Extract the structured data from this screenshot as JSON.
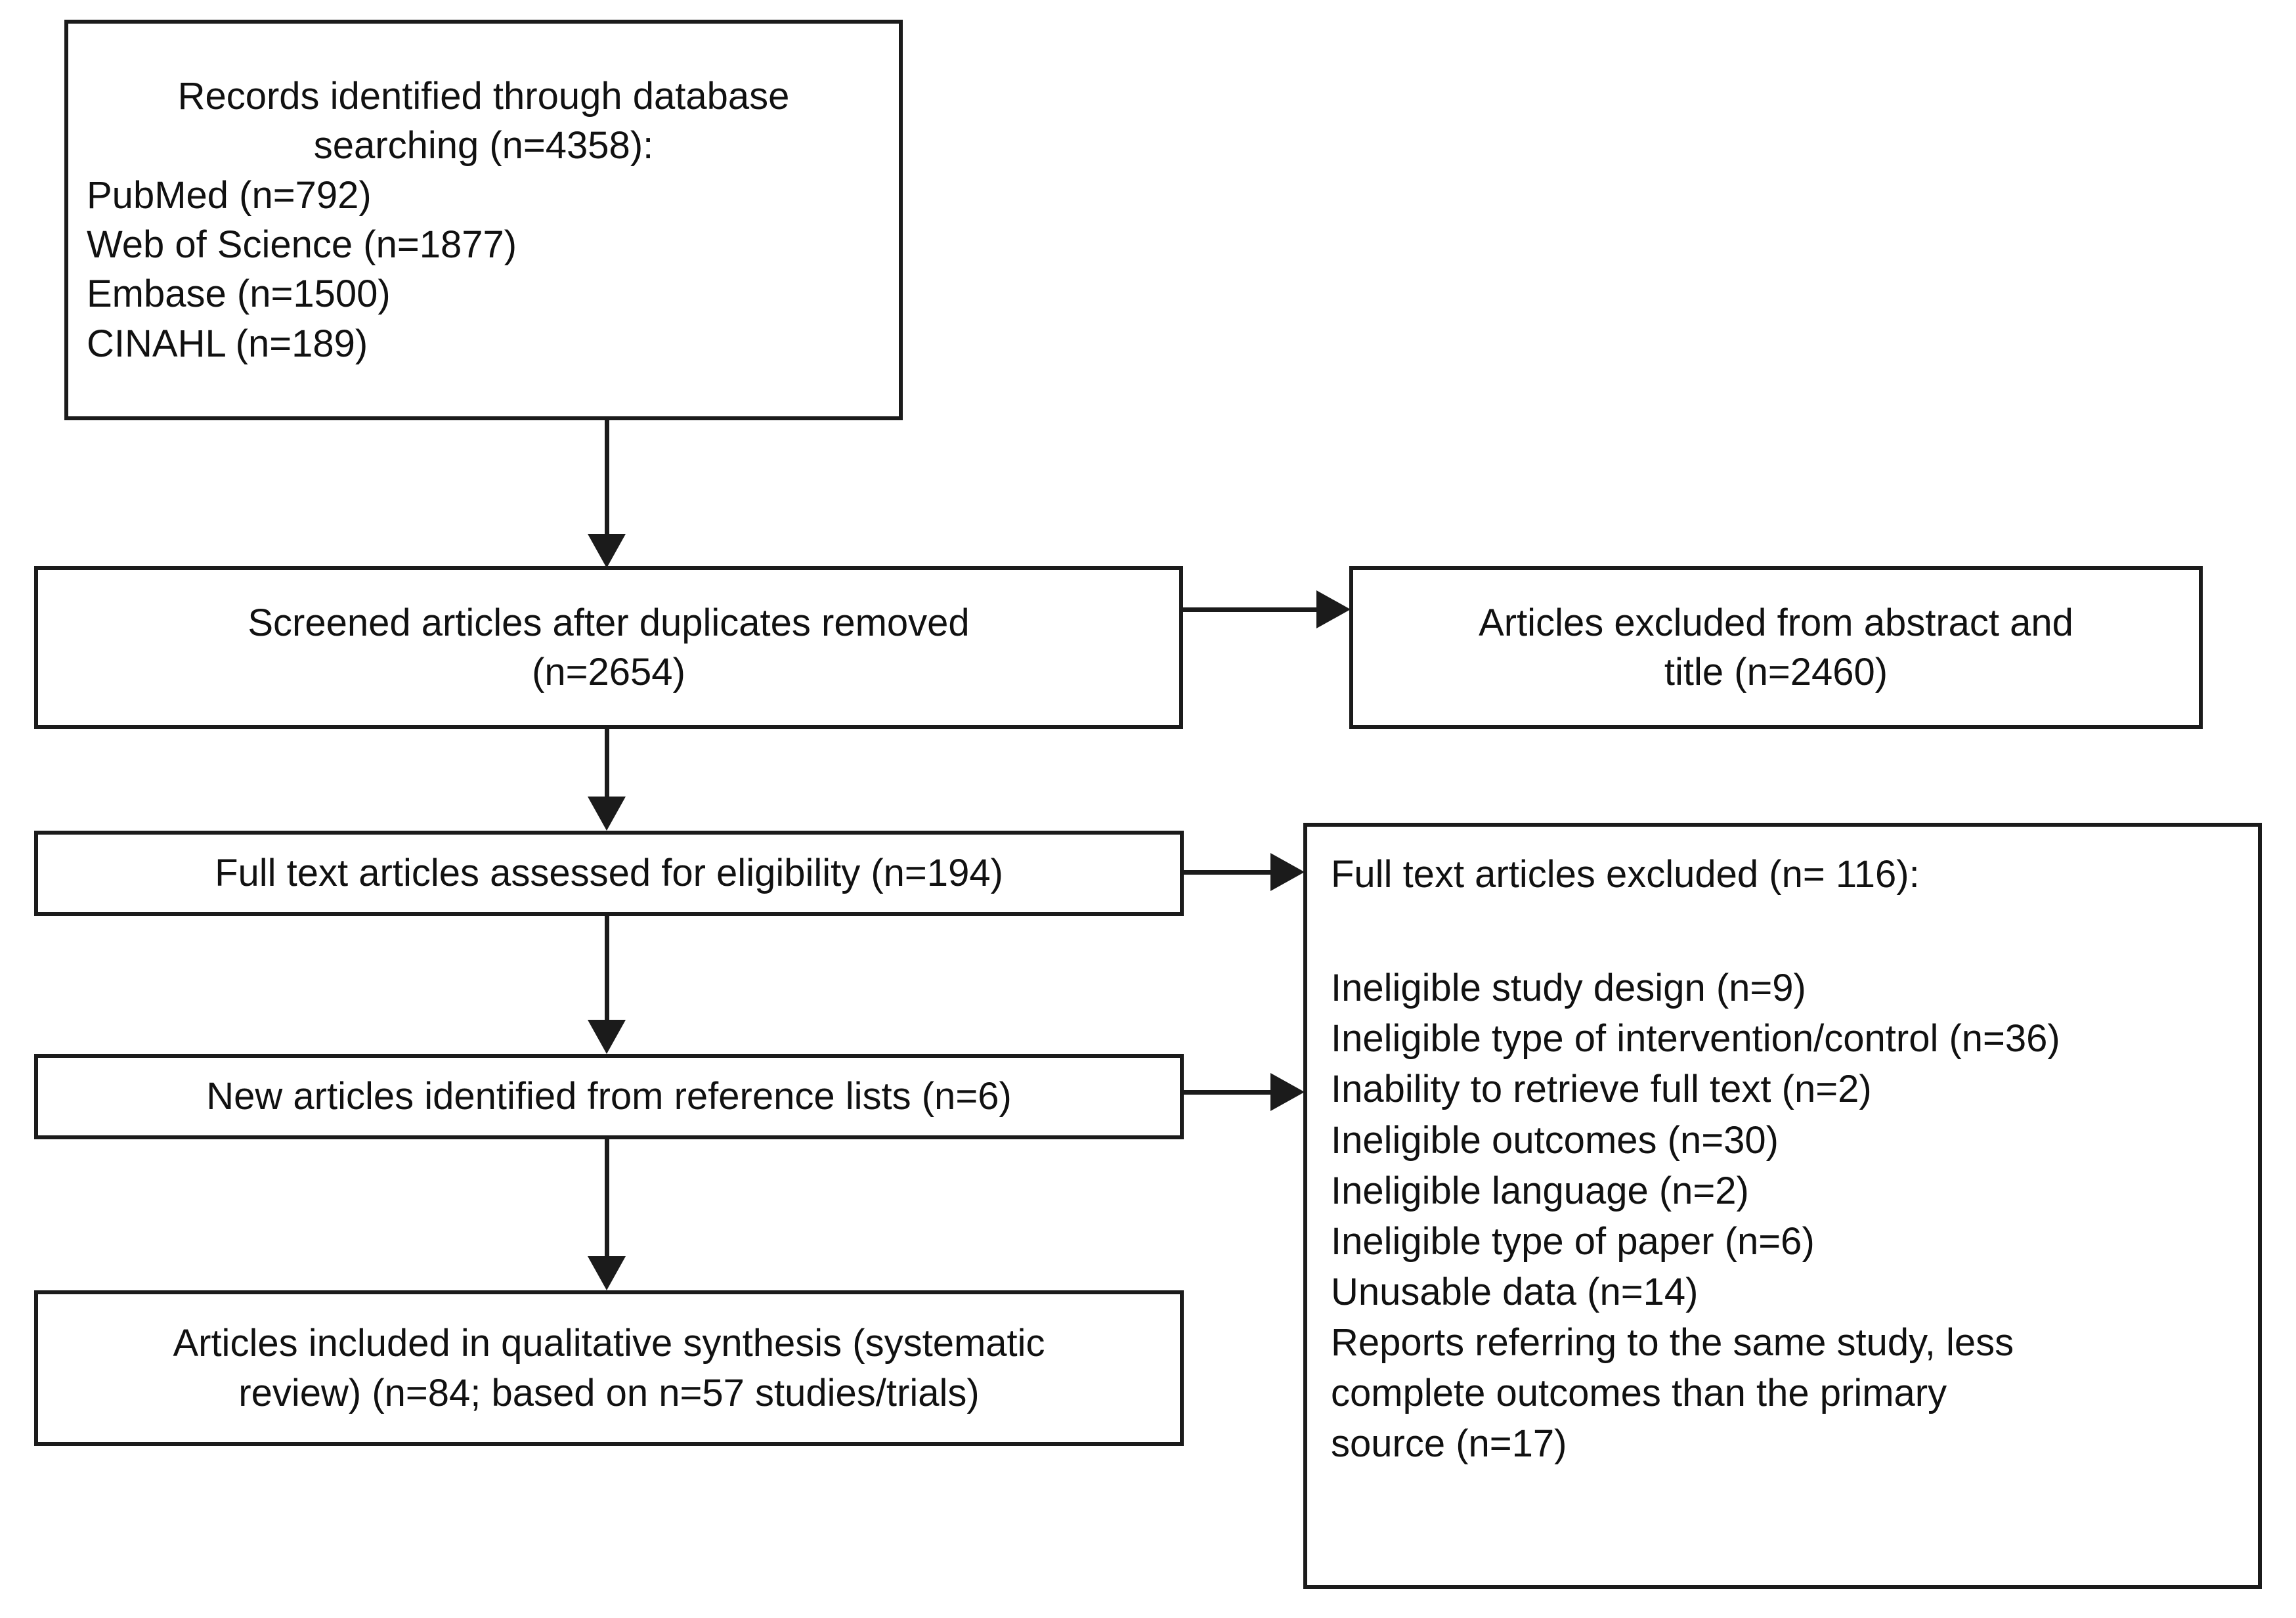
{
  "diagram": {
    "title": "PRISMA study selection flow diagram",
    "type": "prisma-flowchart",
    "colors": {
      "border": "#1b1b1b",
      "background": "#ffffff",
      "text": "#111111"
    }
  },
  "boxes": {
    "records_identified": {
      "lines": [
        "Records identified through database",
        "searching (n=4358):",
        "",
        "PubMed (n=792)",
        "Web of Science (n=1877)",
        "Embase (n=1500)",
        "CINAHL (n=189)"
      ],
      "total": 4358,
      "sources": [
        {
          "name": "PubMed",
          "n": 792
        },
        {
          "name": "Web of Science",
          "n": 1877
        },
        {
          "name": "Embase",
          "n": 1500
        },
        {
          "name": "CINAHL",
          "n": 189
        }
      ]
    },
    "screened": {
      "lines": [
        "Screened articles after duplicates removed",
        "(n=2654)"
      ],
      "n": 2654
    },
    "excluded_abstract_title": {
      "lines": [
        "Articles excluded from abstract and",
        "title (n=2460)"
      ],
      "n": 2460
    },
    "full_text_assessed": {
      "lines": [
        "Full text articles assessed for eligibility (n=194)"
      ],
      "n": 194
    },
    "new_from_references": {
      "lines": [
        "New articles identified from reference lists (n=6)"
      ],
      "n": 6
    },
    "included": {
      "lines": [
        "Articles included in qualitative synthesis (systematic",
        "review) (n=84; based on n=57 studies/trials)"
      ],
      "n_articles": 84,
      "n_studies": 57
    },
    "full_text_excluded": {
      "heading": "Full text articles excluded (n= 116):",
      "n_total": 116,
      "reasons": [
        {
          "label": "Ineligible study design (n=9)",
          "n": 9
        },
        {
          "label": "Ineligible type of intervention/control (n=36)",
          "n": 36
        },
        {
          "label": "Inability to retrieve full text (n=2)",
          "n": 2
        },
        {
          "label": "Ineligible outcomes (n=30)",
          "n": 30
        },
        {
          "label": "Ineligible language (n=2)",
          "n": 2
        },
        {
          "label": "Ineligible type of paper (n=6)",
          "n": 6
        },
        {
          "label": "Unusable data (n=14)",
          "n": 14
        },
        {
          "label": "Reports referring to the same study, less",
          "n": null
        },
        {
          "label": "complete outcomes than the primary",
          "n": null
        },
        {
          "label": "source (n=17)",
          "n": 17
        }
      ]
    }
  }
}
